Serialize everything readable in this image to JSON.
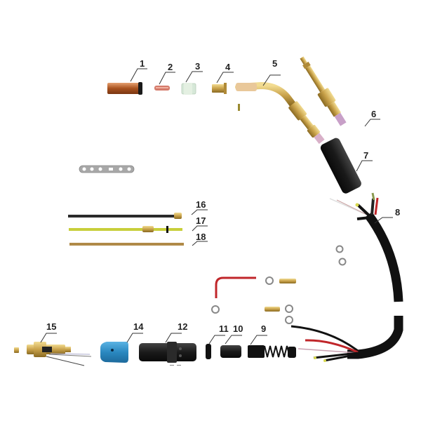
{
  "diagram": {
    "title": "Welding torch exploded parts diagram",
    "background": "#ffffff",
    "colors": {
      "copper": "#b5602a",
      "brass": "#c9a64a",
      "black": "#1a1a1a",
      "blue": "#2f8fc4",
      "red": "#c0262a",
      "yellow_liner": "#c8cf3a",
      "ceramic": "#d8e6d6",
      "steel": "#9a9a9a"
    },
    "labels": [
      {
        "id": "1",
        "text": "1",
        "part": "nozzle"
      },
      {
        "id": "2",
        "text": "2",
        "part": "contact-tip"
      },
      {
        "id": "3",
        "text": "3",
        "part": "insulator"
      },
      {
        "id": "4",
        "text": "4",
        "part": "tip-holder"
      },
      {
        "id": "5",
        "text": "5",
        "part": "gooseneck"
      },
      {
        "id": "6",
        "text": "6",
        "part": "straight-neck"
      },
      {
        "id": "7",
        "text": "7",
        "part": "handle"
      },
      {
        "id": "8",
        "text": "8",
        "part": "cable-assembly"
      },
      {
        "id": "9",
        "text": "9",
        "part": "spring-strain-relief"
      },
      {
        "id": "10",
        "text": "10",
        "part": "cable-sleeve"
      },
      {
        "id": "11",
        "text": "11",
        "part": "retaining-ring"
      },
      {
        "id": "12",
        "text": "12",
        "part": "connector-housing"
      },
      {
        "id": "14",
        "text": "14",
        "part": "connector-nut"
      },
      {
        "id": "15",
        "text": "15",
        "part": "central-connector"
      },
      {
        "id": "16",
        "text": "16",
        "part": "steel-liner"
      },
      {
        "id": "17",
        "text": "17",
        "part": "teflon-liner"
      },
      {
        "id": "18",
        "text": "18",
        "part": "brass-tube"
      }
    ]
  }
}
